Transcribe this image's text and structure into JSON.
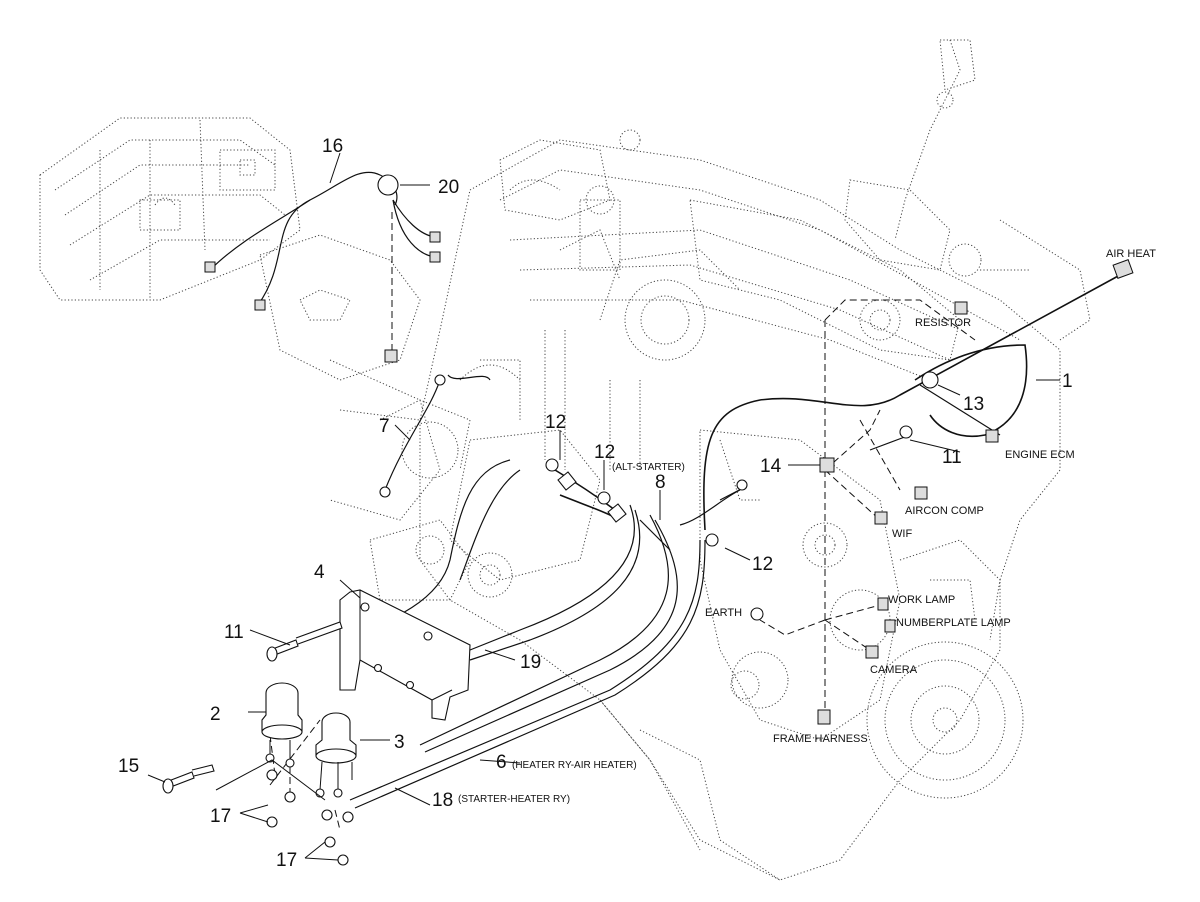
{
  "callouts": {
    "c1": "1",
    "c2": "2",
    "c3": "3",
    "c4": "4",
    "c6": "6",
    "c7": "7",
    "c8": "8",
    "c11a": "11",
    "c11b": "11",
    "c12a": "12",
    "c12b": "12",
    "c12c": "12",
    "c13": "13",
    "c14": "14",
    "c15": "15",
    "c16": "16",
    "c17a": "17",
    "c17b": "17",
    "c18": "18",
    "c19": "19",
    "c20": "20"
  },
  "labels": {
    "air_heat": "AIR HEAT",
    "resistor": "RESISTOR",
    "engine_ecm": "ENGINE ECM",
    "aircon_comp": "AIRCON COMP",
    "wif": "WIF",
    "alt_starter": "(ALT-STARTER)",
    "work_lamp": "WORK LAMP",
    "numberplate_lamp": "NUMBERPLATE LAMP",
    "earth": "EARTH",
    "camera": "CAMERA",
    "frame_harness": "FRAME HARNESS",
    "heater_ry_air_heater": "(HEATER RY-AIR HEATER)",
    "starter_heater_ry": "(STARTER-HEATER RY)"
  }
}
